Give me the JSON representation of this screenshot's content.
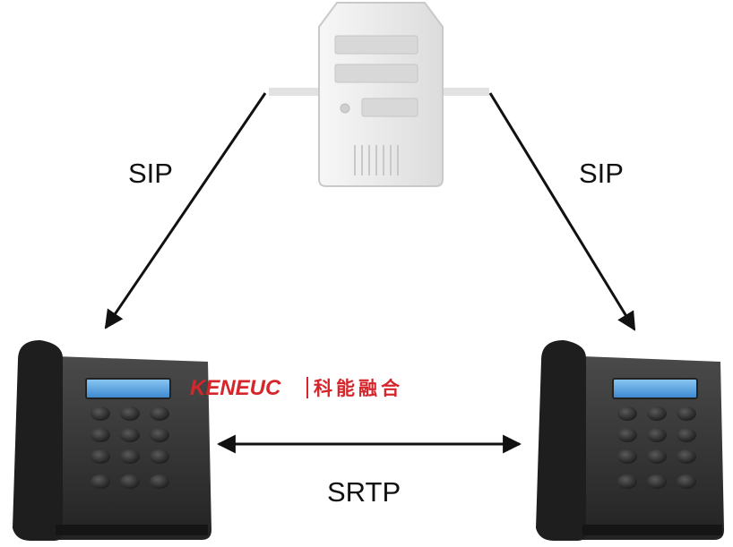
{
  "labels": {
    "sip_left": "SIP",
    "sip_right": "SIP",
    "srtp": "SRTP"
  },
  "watermark": {
    "latin": "KENEUC",
    "cjk": "科能融合",
    "color": "#d6262b"
  },
  "icons": {
    "server": "server-tower-icon",
    "phone": "desk-phone-icon"
  },
  "colors": {
    "arrow": "#111111",
    "phone_body": "#2b2b2b",
    "phone_screen": "#3f8fd6",
    "server_body": "#e6e6e6"
  }
}
